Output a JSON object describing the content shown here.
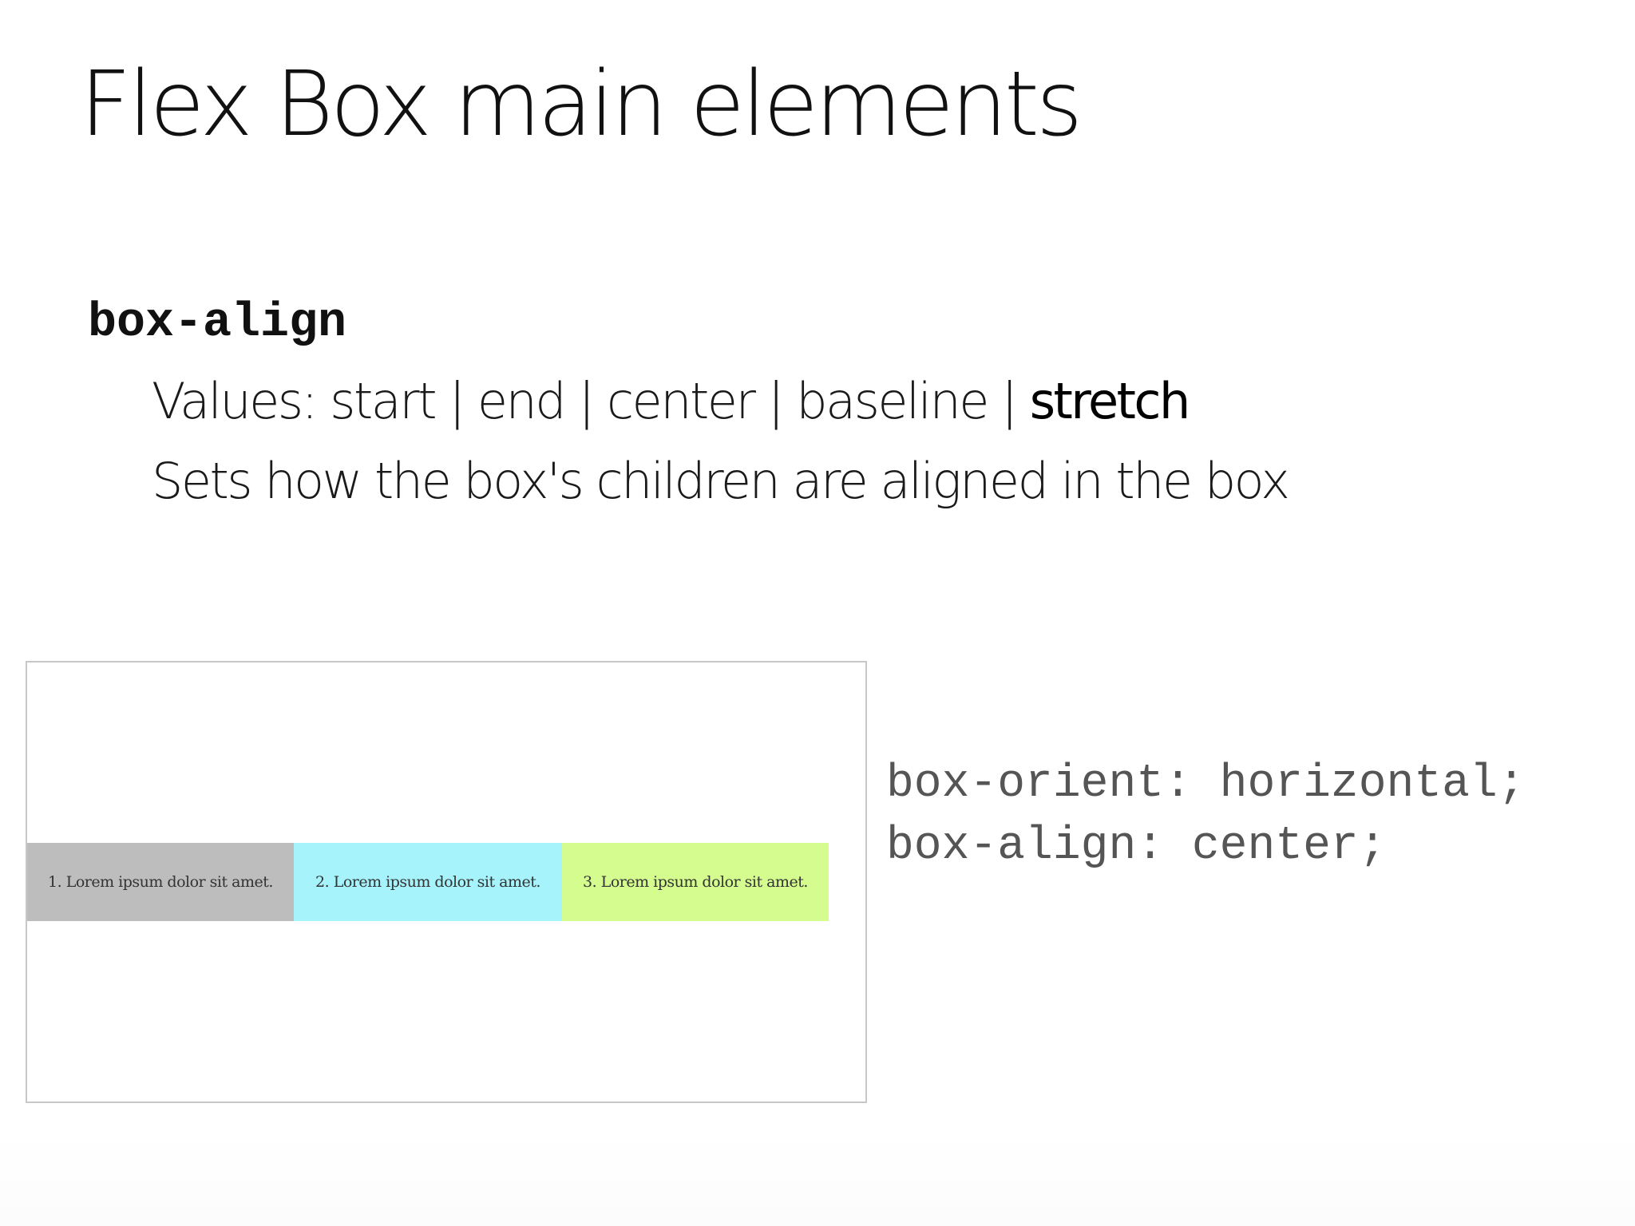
{
  "slide": {
    "title": "Flex Box main elements",
    "property": {
      "name": "box-align",
      "values_prefix": "Values: start | end | center | baseline | ",
      "values_highlight": "stretch",
      "description": "Sets how the box's children are aligned in the box"
    },
    "demo": {
      "items": [
        {
          "label": "1. Lorem ipsum dolor sit amet.",
          "color": "#bdbdbd"
        },
        {
          "label": "2. Lorem ipsum dolor sit amet.",
          "color": "#a6f3fb"
        },
        {
          "label": "3. Lorem ipsum dolor sit amet.",
          "color": "#d4fc8e"
        }
      ]
    },
    "code": {
      "line1": "box-orient: horizontal;",
      "line2": "box-align: center;"
    }
  }
}
